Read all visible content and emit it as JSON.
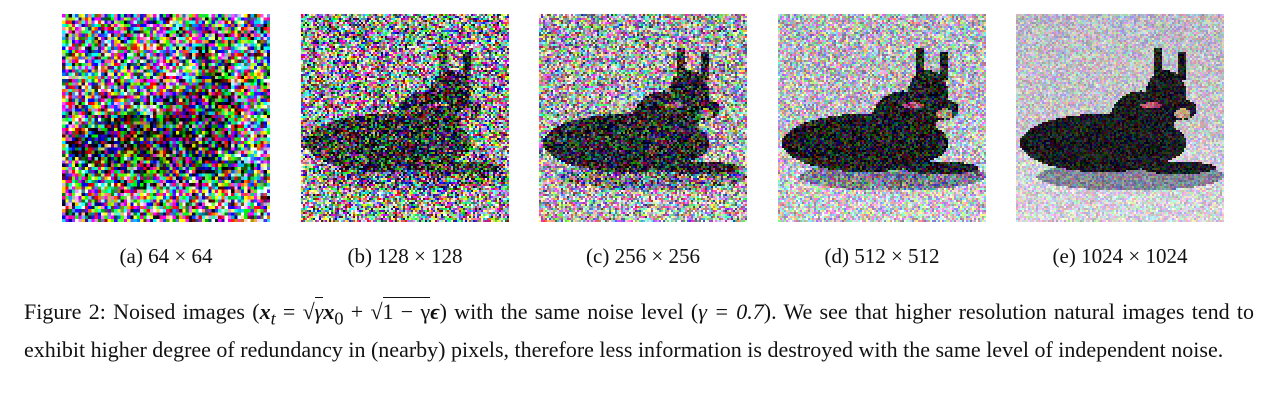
{
  "panels": [
    {
      "id": "a",
      "label": "(a) 64 × 64",
      "grid": 64,
      "noise": 0.95
    },
    {
      "id": "b",
      "label": "(b) 128 × 128",
      "grid": 104,
      "noise": 0.78
    },
    {
      "id": "c",
      "label": "(c) 256 × 256",
      "grid": 104,
      "noise": 0.55
    },
    {
      "id": "d",
      "label": "(d) 512 × 512",
      "grid": 104,
      "noise": 0.32
    },
    {
      "id": "e",
      "label": "(e) 1024 × 1024",
      "grid": 104,
      "noise": 0.18
    }
  ],
  "caption": {
    "prefix": "Figure 2: Noised images (",
    "eq_lhs": "x",
    "eq_sub": "t",
    "eq_mid": " = ",
    "gamma1": "γ",
    "x0": "x",
    "x0_sub": "0",
    "plus": " + ",
    "one_minus": "1 − γ",
    "eps": "ϵ",
    "after_eq": ") with the same noise level (",
    "gamma_eq": "γ = 0.7",
    "line1_rest": "). We see that higher",
    "line2": "resolution natural images tend to exhibit higher degree of redundancy in (nearby) pixels, therefore less",
    "line3": "information is destroyed with the same level of independent noise."
  },
  "colors": {
    "dog": "#1c1e24",
    "collar": "#c2607a",
    "ground": "#e4e2e8",
    "shadow": "#8a8ea0"
  }
}
